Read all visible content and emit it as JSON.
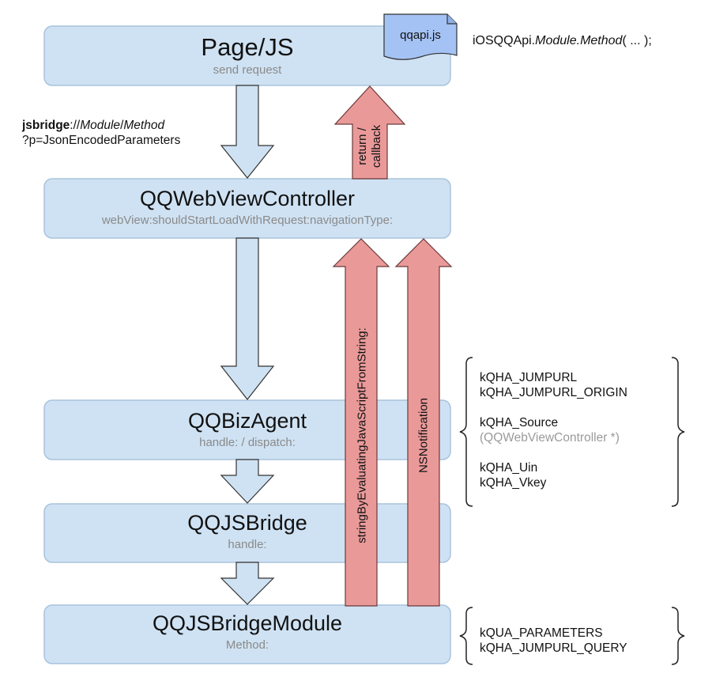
{
  "boxes": {
    "page": {
      "title": "Page/JS",
      "subtitle": "send request"
    },
    "webview_controller": {
      "title": "QQWebViewController",
      "subtitle": "webView:shouldStartLoadWithRequest:navigationType:"
    },
    "biz_agent": {
      "title": "QQBizAgent",
      "subtitle": "handle: / dispatch:"
    },
    "js_bridge": {
      "title": "QQJSBridge",
      "subtitle": "handle:"
    },
    "js_bridge_module": {
      "title": "QQJSBridgeModule",
      "subtitle": "Method:"
    }
  },
  "file_note": {
    "label": "qqapi.js"
  },
  "api_call": {
    "prefix": "iOSQQApi.",
    "module": "Module",
    "dot": ".",
    "method": "Method",
    "suffix": "( ... );"
  },
  "request_scheme": {
    "scheme": "jsbridge",
    "sep1": "://",
    "module": "Module",
    "sep2": "/",
    "method": "Method",
    "query": "?p=JsonEncodedParameters"
  },
  "arrow_labels": {
    "return_callback_line1": "return /",
    "return_callback_line2": "callback",
    "evaluate_js": "stringByEvaluatingJavaScriptFromString:",
    "notification": "NSNotification"
  },
  "biz_agent_keys": {
    "items": [
      "kQHA_JUMPURL",
      "kQHA_JUMPURL_ORIGIN",
      "kQHA_Source",
      "kQHA_Uin",
      "kQHA_Vkey"
    ],
    "source_type": "(QQWebViewController *)"
  },
  "module_keys": {
    "items": [
      "kQUA_PARAMETERS",
      "kQHA_JUMPURL_QUERY"
    ]
  },
  "colors": {
    "box_fill": "#cfe2f3",
    "box_stroke": "#a8c3dc",
    "request_arrow_fill": "#cfe2f3",
    "response_arrow_fill": "#ea9999",
    "response_arrow_stroke": "#6a3a3a",
    "file_fill": "#a4c2f4",
    "subtitle_text": "#8a8a8a"
  }
}
